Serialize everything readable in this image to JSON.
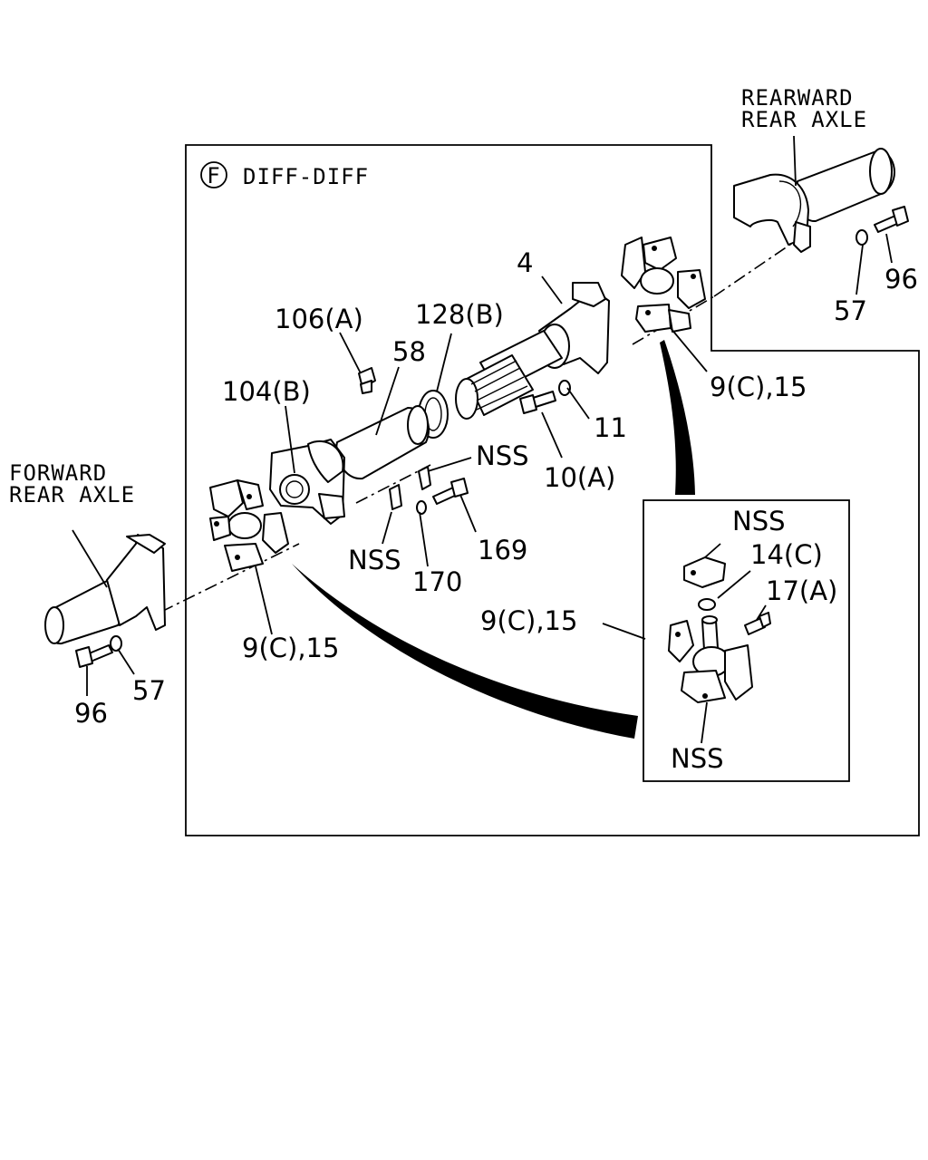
{
  "section": {
    "badge": "F",
    "title": "DIFF-DIFF"
  },
  "context_labels": {
    "rearward_line1": "REARWARD",
    "rearward_line2": "REAR AXLE",
    "forward_line1": "FORWARD",
    "forward_line2": "REAR AXLE"
  },
  "callouts": {
    "c4": "4",
    "c58": "58",
    "c106a": "106(A)",
    "c128b": "128(B)",
    "c104b": "104(B)",
    "c11": "11",
    "c10a": "10(A)",
    "nss_top": "NSS",
    "nss_mid": "NSS",
    "c169": "169",
    "c170": "170",
    "c9c15_left": "9(C),15",
    "c9c15_right": "9(C),15",
    "c96_right": "96",
    "c57_right": "57",
    "c96_left": "96",
    "c57_left": "57",
    "inset_nss_top": "NSS",
    "inset_14c": "14(C)",
    "inset_17a": "17(A)",
    "inset_9c15": "9(C),15",
    "inset_nss_bottom": "NSS"
  }
}
